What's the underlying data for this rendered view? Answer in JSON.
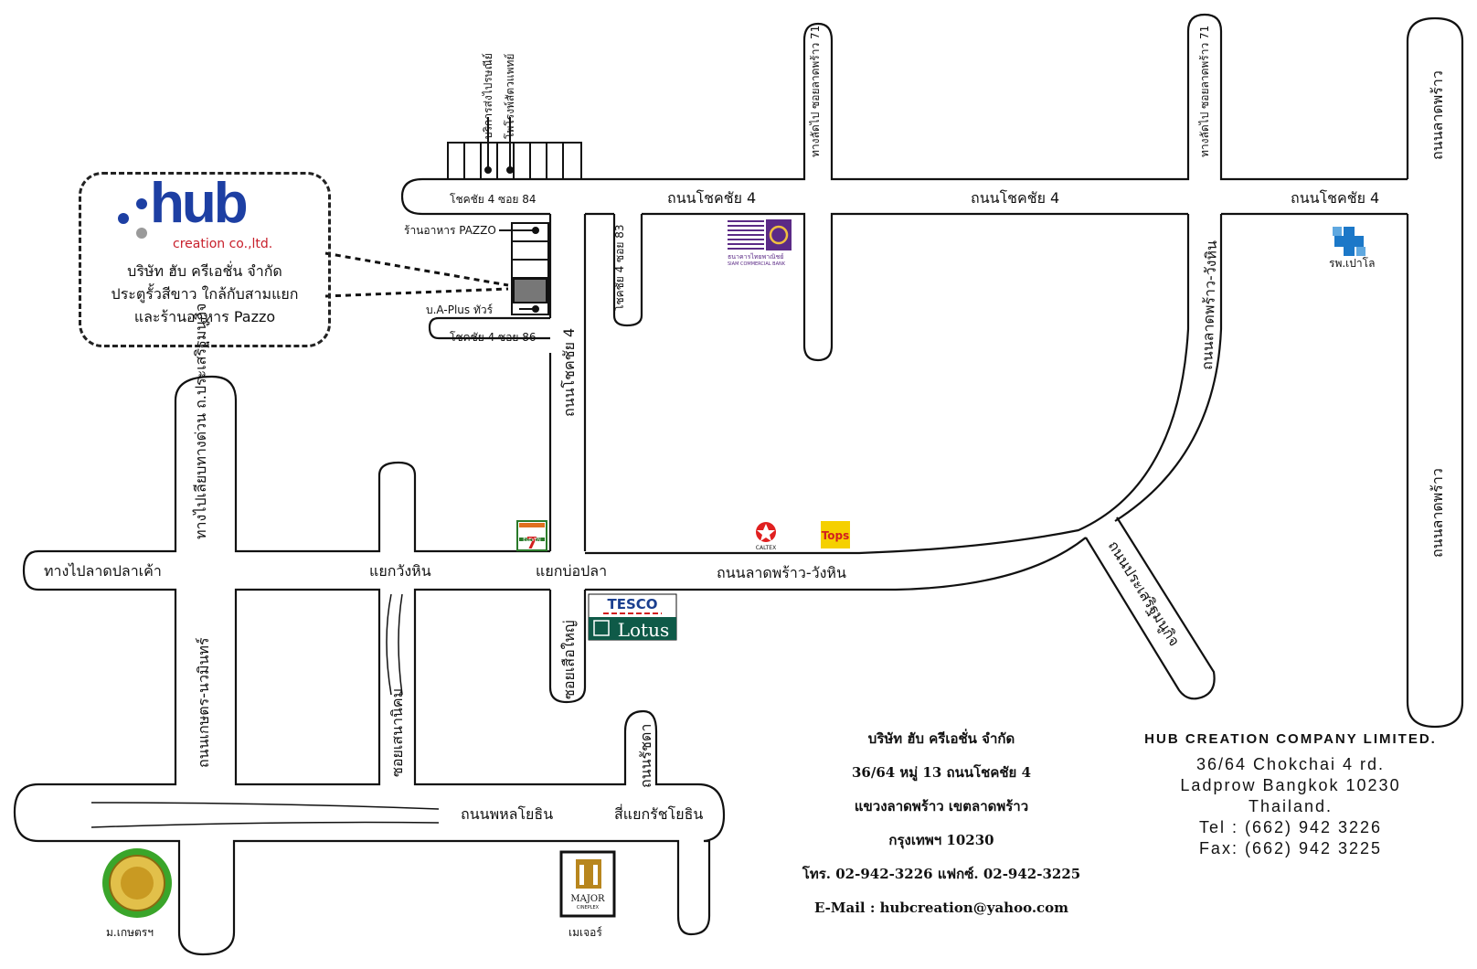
{
  "callout": {
    "logo_word": "hub",
    "logo_sub": "creation co.,ltd.",
    "line1": "บริษัท ฮับ ครีเอชั่น จำกัด",
    "line2": "ประตูรั้วสีขาว ใกล้กับสามแยก",
    "line3": "และร้านอาหาร Pazzo"
  },
  "roads": {
    "chokchai4_a": "ถนนโชคชัย 4",
    "chokchai4_b": "ถนนโชคชัย 4",
    "chokchai4_c": "ถนนโชคชัย 4",
    "chokchai4_vertical": "ถนนโชคชัย 4",
    "soi84": "โชคชัย 4 ซอย 84",
    "soi86": "โชคชัย 4 ซอย 86",
    "soi83": "โชคชัย 4 ซอย 83",
    "shortcut1": "ทางลัดไป ซอยลาดพร้าว 71",
    "shortcut2": "ทางลัดไป ซอยลาดพร้าว 71",
    "ladprao_top": "ถนนลาดพร้าว",
    "ladprao_bottom": "ถนนลาดพร้าว",
    "ladprao_wanghin_curve": "ถนนลาดพร้าว-วังหิน",
    "ladprao_wanghin": "ถนนลาดพร้าว-วังหิน",
    "to_ladplakhao": "ทางไปลาดปลาเค้า",
    "expressway": "ทางไปเลียบทางด่วน ถ.ประเสริฐมนูกิจ",
    "kaset_nawamin": "ถนนเกษตร-นวมินทร์",
    "soi_senanikhom": "ซอยเสนานิคม",
    "soi_suea_yai": "ซอยเสือใหญ่",
    "ratchada": "ถนนรัชดา",
    "phahonyothin": "ถนนพหลโยธิน",
    "prasert": "ถนนประเสริฐมนูกิจ"
  },
  "junctions": {
    "wanghin": "แยกวังหิน",
    "bo_pla": "แยกบ่อปลา",
    "ratchayothin": "สี่แยกรัชโยธิน"
  },
  "places": {
    "post": "บริการส่งไปรษณีย์",
    "vet": "โพโรงพ์สัตวแพทย์",
    "pazzo": "ร้านอาหาร PAZZO",
    "aplus": "บ.A-Plus ทัวร์",
    "scb": "ธนาคารไทยพาณิชย์",
    "scb_en": "SIAM COMMERCIAL BANK",
    "paolo": "รพ.เปาโล",
    "seven_eleven": "ELEVEN",
    "caltex": "CALTEX",
    "tops": "Tops",
    "tesco": "TESCO",
    "lotus": "Lotus",
    "major_logo": "MAJOR",
    "major_sub": "CINEPLEX",
    "major": "เมเจอร์",
    "kaset": "ม.เกษตรฯ"
  },
  "info_th": [
    "บริษัท ฮับ ครีเอชั่น จำกัด",
    "36/64 หมู่ 13 ถนนโชคชัย 4",
    "แขวงลาดพร้าว เขตลาดพร้าว",
    "กรุงเทพฯ 10230",
    "โทร. 02-942-3226 แฟกซ์. 02-942-3225",
    "E-Mail : hubcreation@yahoo.com"
  ],
  "info_en": {
    "title": "HUB CREATION COMPANY LIMITED.",
    "lines": [
      "36/64 Chokchai 4 rd.",
      "Ladprow Bangkok 10230",
      "Thailand.",
      "Tel : (662) 942 3226",
      "Fax: (662) 942 3225"
    ]
  },
  "colors": {
    "hub_blue": "#1d3fa3",
    "hub_red": "#c8202c",
    "scb_purple": "#5b2a86",
    "tesco_blue": "#1b3f8f",
    "lotus_green": "#0f5a48",
    "paolo_blue": "#1c78c8",
    "caltex_red": "#e02020",
    "tops_yellow": "#f5d000",
    "kaset_green": "#3aa52a"
  }
}
